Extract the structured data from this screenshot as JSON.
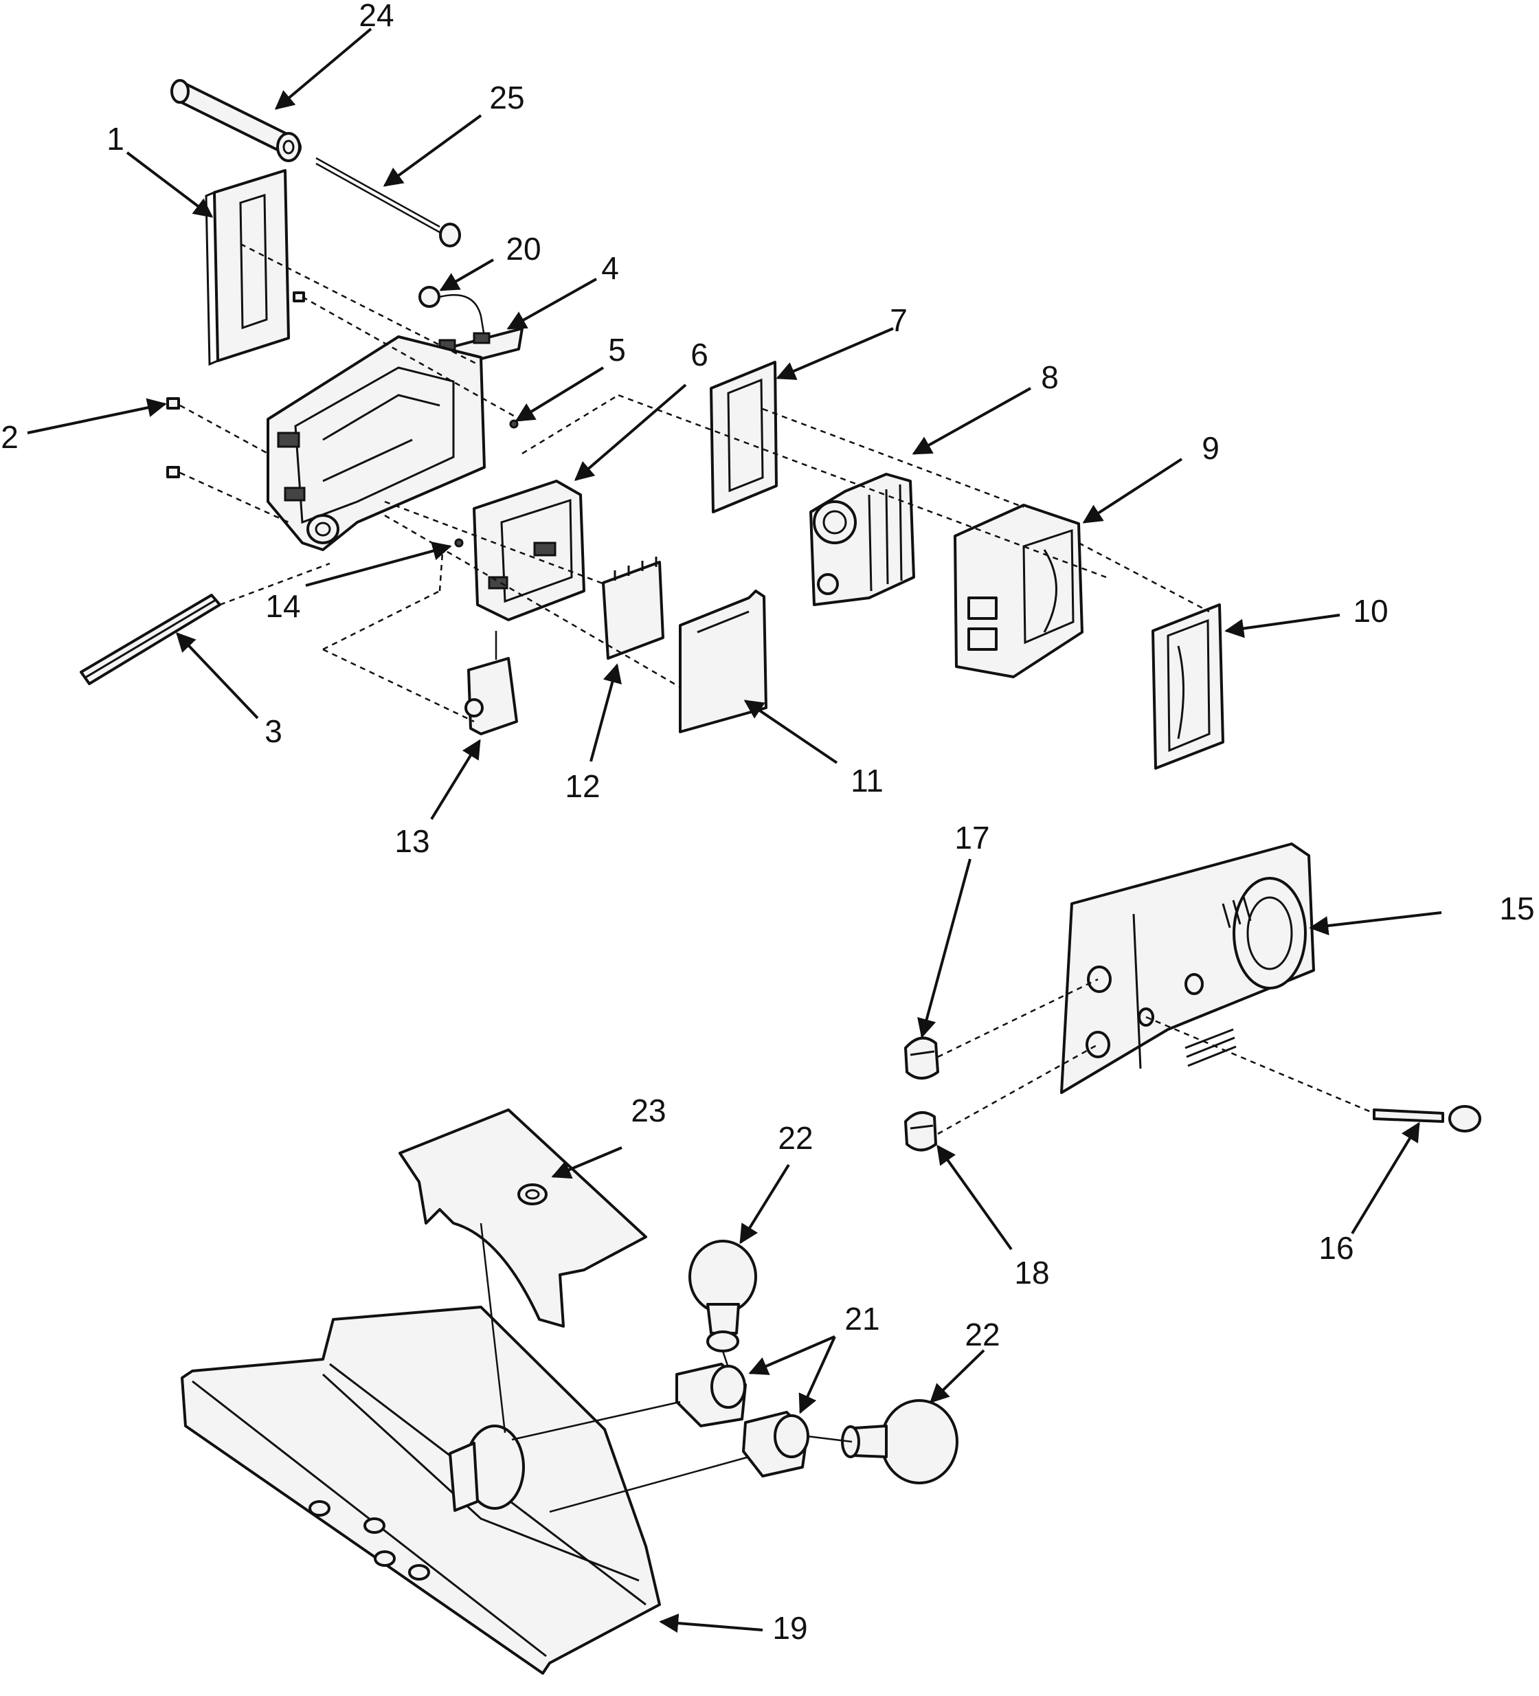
{
  "diagram": {
    "callouts": {
      "c1": "1",
      "c2": "2",
      "c3": "3",
      "c4": "4",
      "c5": "5",
      "c6": "6",
      "c7": "7",
      "c8": "8",
      "c9": "9",
      "c10": "10",
      "c11": "11",
      "c12": "12",
      "c13": "13",
      "c14": "14",
      "c15": "15",
      "c16": "16",
      "c17": "17",
      "c18": "18",
      "c19": "19",
      "c20": "20",
      "c21": "21",
      "c22a": "22",
      "c22b": "22",
      "c23": "23",
      "c24": "24",
      "c25": "25"
    }
  }
}
